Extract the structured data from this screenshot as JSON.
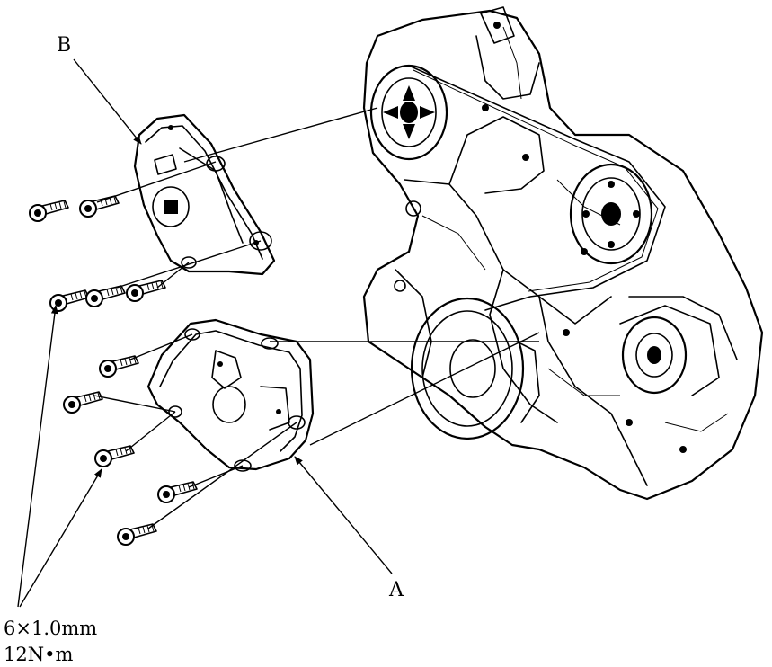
{
  "callouts": {
    "a": "A",
    "b": "B"
  },
  "fastener_spec": {
    "size": "6×1.0mm",
    "torque": "12N•m"
  }
}
